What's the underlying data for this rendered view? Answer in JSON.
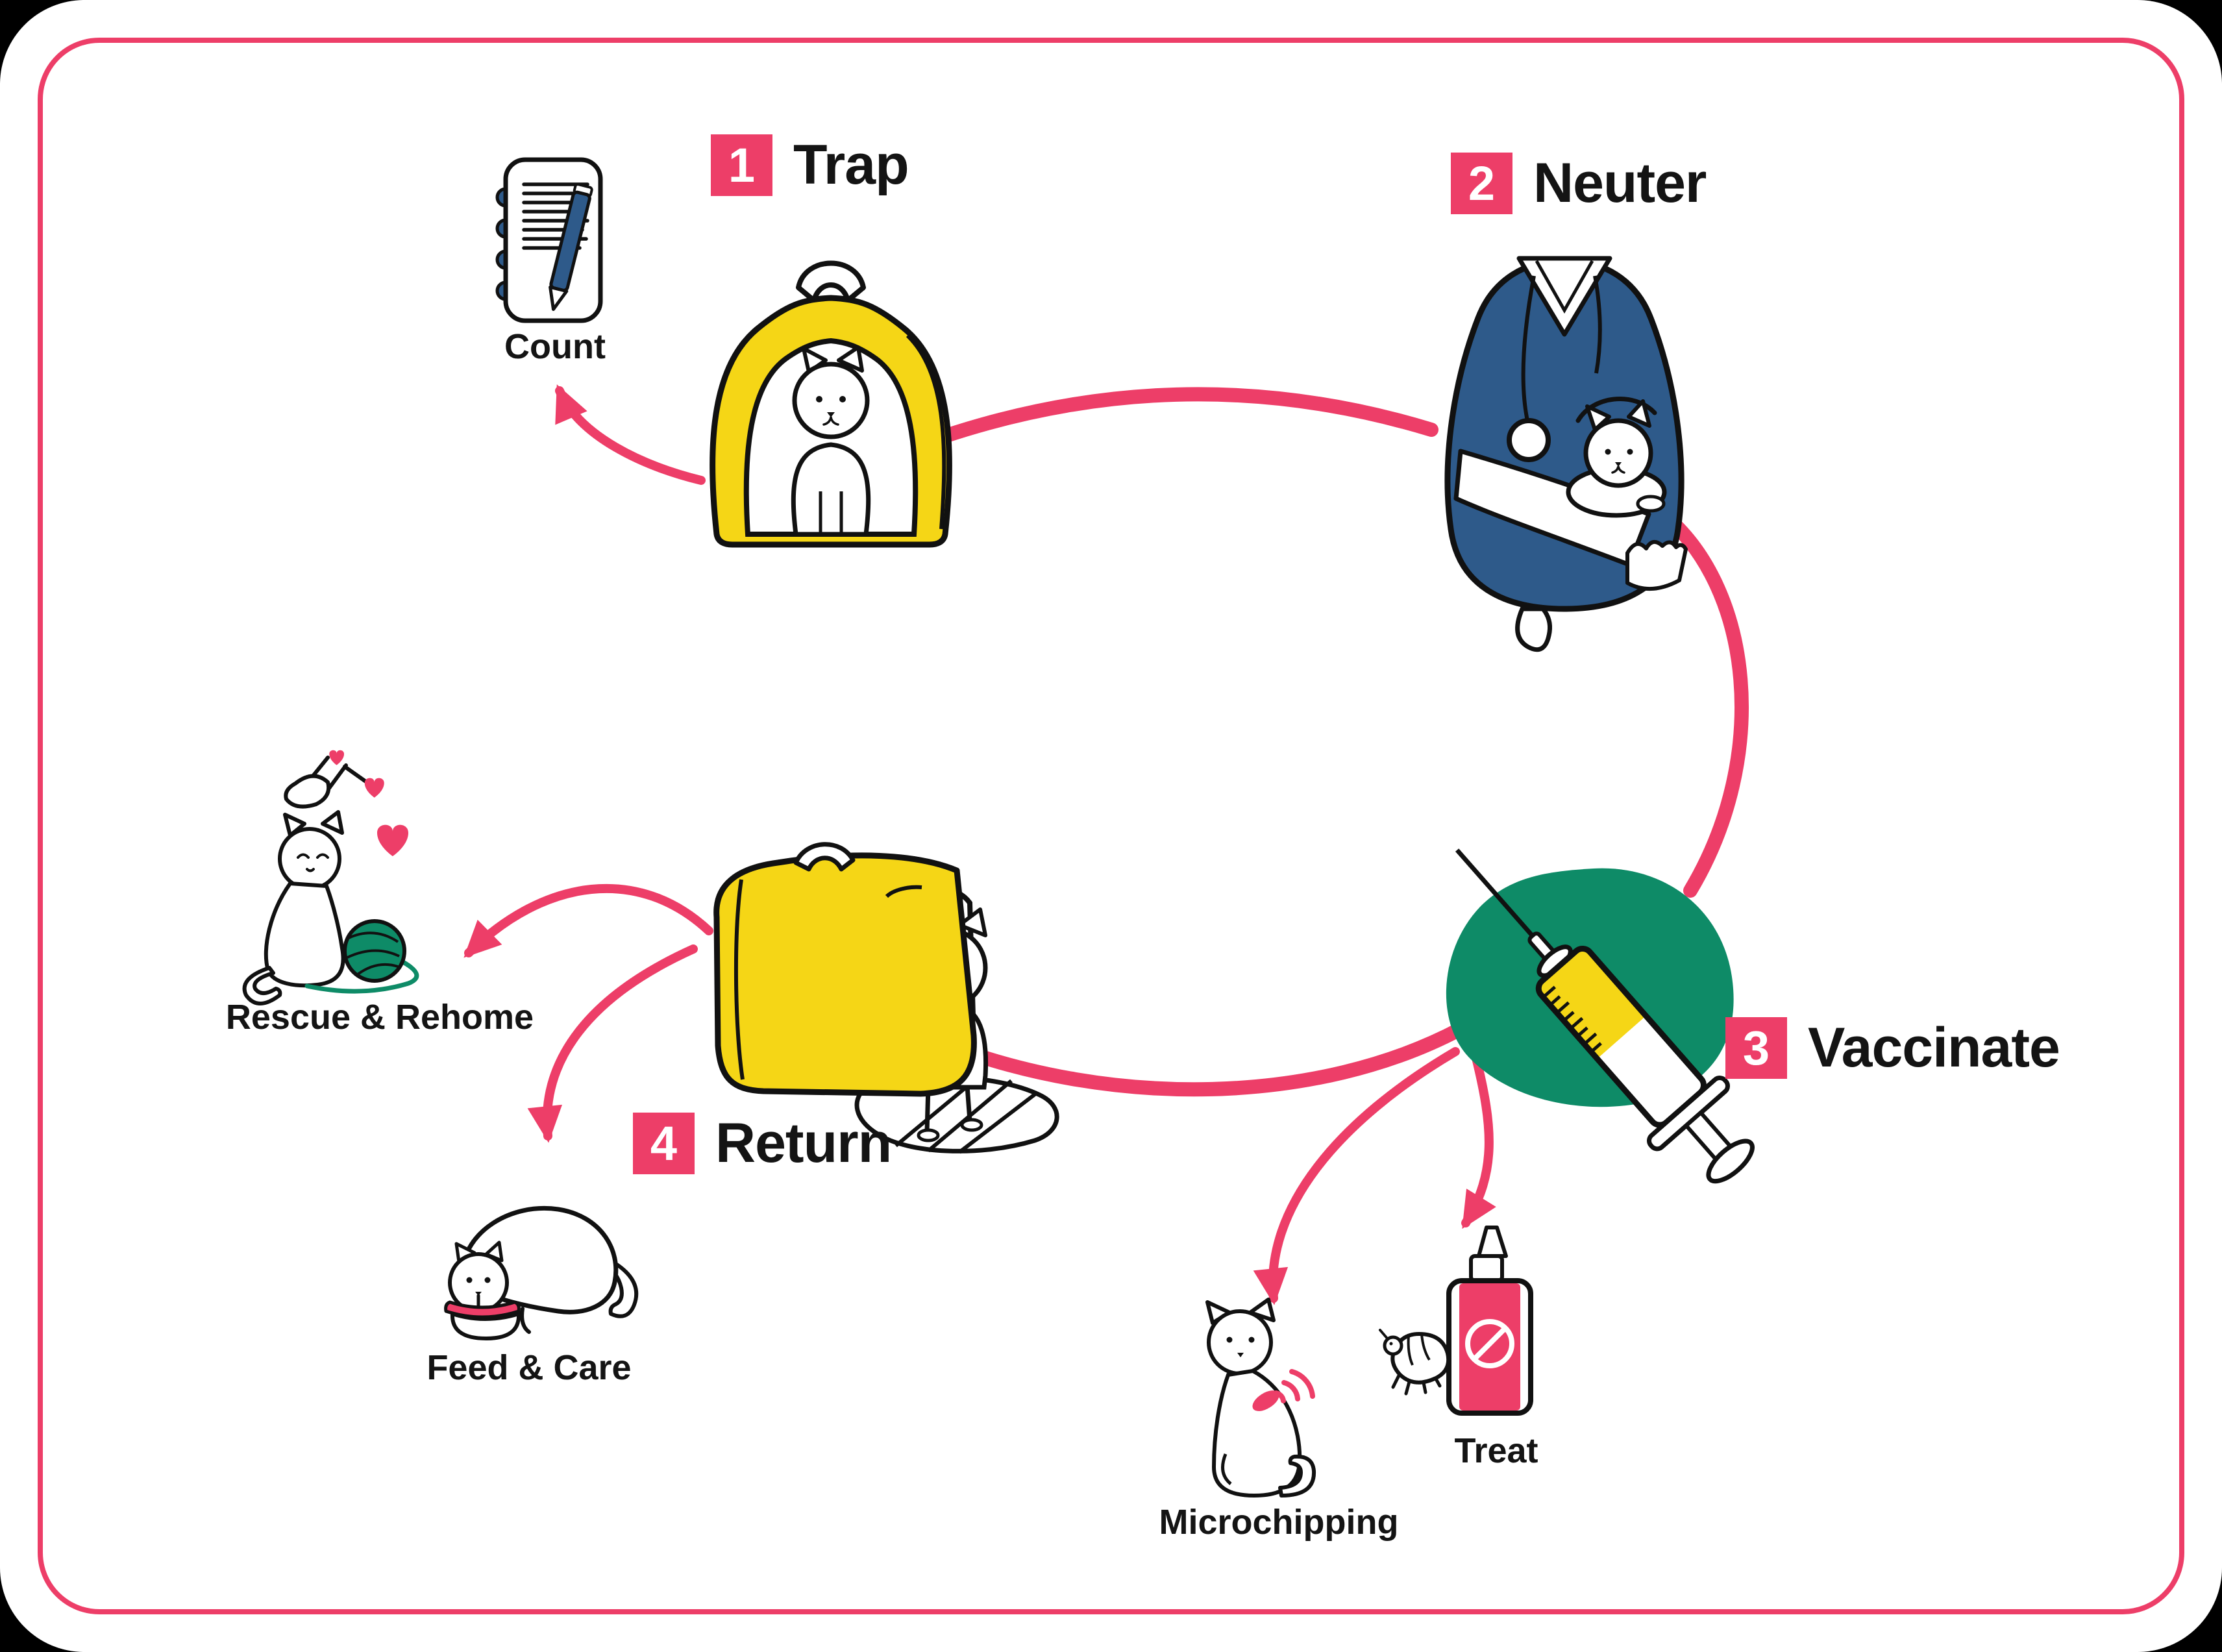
{
  "steps": [
    {
      "num": "1",
      "label": "Trap"
    },
    {
      "num": "2",
      "label": "Neuter"
    },
    {
      "num": "3",
      "label": "Vaccinate"
    },
    {
      "num": "4",
      "label": "Return"
    }
  ],
  "captions": {
    "count": "Count",
    "rescue": "Rescue & Rehome",
    "feed": "Feed & Care",
    "microchipping": "Microchipping",
    "treat": "Treat"
  },
  "colors": {
    "accent_pink": "#ED3E68",
    "carrier_yellow": "#F5D616",
    "blob_green": "#0E8B67",
    "scrubs_blue": "#2E5A8A",
    "ink": "#111111",
    "card_background": "#FFFFFF",
    "outside_background": "#000000"
  },
  "icons": {
    "notebook-icon": "spiral notepad with blue pen",
    "cat-in-carrier-icon": "white cat inside yellow carrier, front view",
    "vet-with-cat-icon": "veterinarian in blue scrubs with stethoscope holding white cat",
    "syringe-icon": "syringe with yellow barrel over green blob",
    "cat-exiting-carrier-icon": "white cat stepping out of open yellow carrier onto striped ramp",
    "petting-hand-icon": "hand petting cat head with pink hearts",
    "yarn-ball-icon": "green ball of yarn",
    "cat-eating-icon": "cat eating from pink food bowl",
    "microchip-cat-icon": "cat with pink microchip and signal waves on its back",
    "flea-treatment-icon": "flea beside treatment bottle with crossed-out label"
  }
}
